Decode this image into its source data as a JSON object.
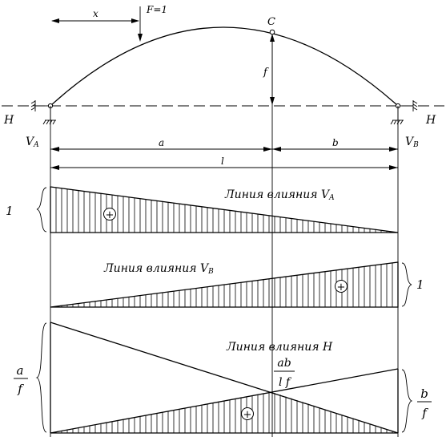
{
  "arch": {
    "load_label": "F=1",
    "crown_label": "C",
    "x_label": "x",
    "rise_label": "f",
    "h_left": "H",
    "h_right": "H",
    "va_label": "V",
    "va_sub": "A",
    "vb_label": "V",
    "vb_sub": "B"
  },
  "dims": {
    "a": "a",
    "b": "b",
    "l": "l"
  },
  "lines": {
    "va_title": "Линия влияния V",
    "va_sub": "A",
    "va_value": "1",
    "vb_title": "Линия влияния V",
    "vb_sub": "B",
    "vb_value": "1",
    "h_title": "Линия влияния H",
    "h_left_num": "a",
    "h_left_den": "f",
    "h_mid_num": "ab",
    "h_mid_den": "l f",
    "h_right_num": "b",
    "h_right_den": "f"
  },
  "signs": {
    "plus": "+"
  }
}
